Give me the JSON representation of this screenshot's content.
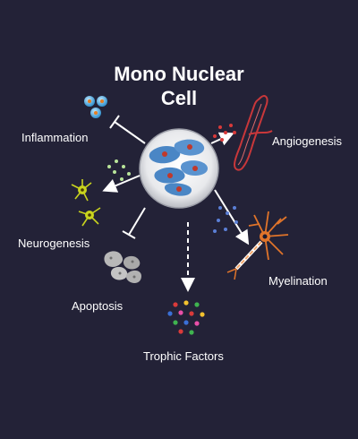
{
  "title": {
    "line1": "Mono Nuclear",
    "line2": "Cell"
  },
  "labels": {
    "inflammation": "Inflammation",
    "angiogenesis": "Angiogenesis",
    "neurogenesis": "Neurogenesis",
    "myelination": "Myelination",
    "apoptosis": "Apoptosis",
    "trophic_factors": "Trophic Factors"
  },
  "colors": {
    "background": "#232237",
    "text": "#ffffff",
    "arrow": "#ffffff",
    "cell_circle": "#d9dbe0",
    "mono_cells": "#4a86c5",
    "nucleus": "#c0392b",
    "inflammation_cells": "#5bb7e6",
    "vessel": "#c8373a",
    "neuron_green": "#c9d41e",
    "myelin_neuron": "#e0742a",
    "apoptotic_cells": "#b8b8b8"
  }
}
